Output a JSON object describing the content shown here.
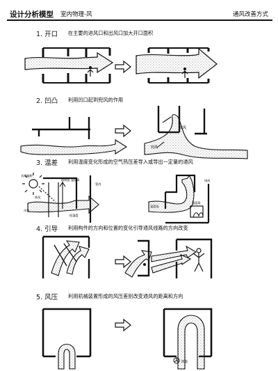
{
  "header": {
    "title": "设计分析模型",
    "subtitle": "室内物理-风",
    "right": "通风改善方式"
  },
  "sections": [
    {
      "title": "1. 开口",
      "desc": "在主要的进风口和出风口加大开口面积"
    },
    {
      "title": "2. 凹凸",
      "desc": "利用凹口起到兜风的作用"
    },
    {
      "title": "3. 温差",
      "desc": "利用温度变化形成的空气热压差导入或导出一定量的通风"
    },
    {
      "title": "4. 引导",
      "desc": "利用构件的方向和位置的变化引导通风线路的方向改变"
    },
    {
      "title": "5. 风压",
      "desc": "利用机械装置形成的风压差别改变通风的距离和方向"
    }
  ],
  "labels": {
    "s2_wind": "兜风",
    "s2_wind2": "兜风",
    "s3_sun": "太阳辐射",
    "s3_hot": "热风",
    "s3_cold": "冷风",
    "s3_room": "室内",
    "s3_heated": "照射面\n温度高",
    "s3_lowtemp": "低温度",
    "s3_fan": "排风",
    "s3_warm": "温度高",
    "s3_coldair": "温度低",
    "s5_fan": "风扇"
  },
  "colors": {
    "ink": "#111111",
    "stipple": "#555555"
  }
}
